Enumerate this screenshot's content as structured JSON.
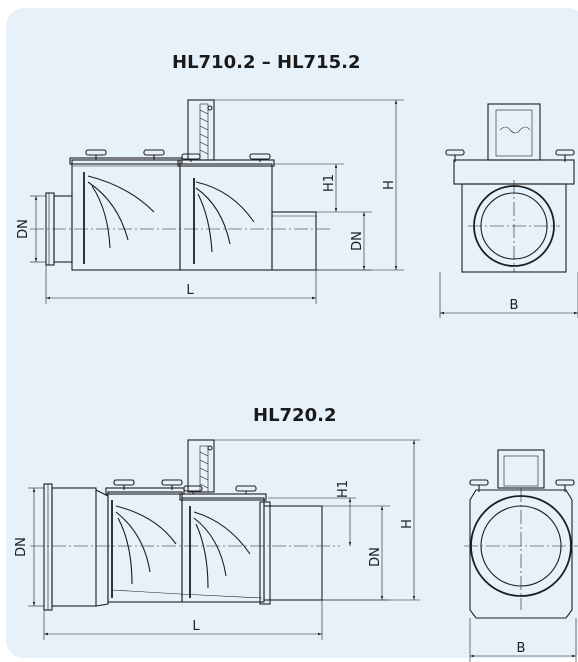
{
  "drawing1": {
    "title": "HL710.2 – HL715.2",
    "labels": {
      "dn_left": "DN",
      "dn_right": "DN",
      "h1": "H1",
      "h": "H",
      "l": "L",
      "b": "B"
    }
  },
  "drawing2": {
    "title": "HL720.2",
    "labels": {
      "dn_left": "DN",
      "dn_right": "DN",
      "h1": "H1",
      "h": "H",
      "l": "L",
      "b": "B"
    }
  }
}
